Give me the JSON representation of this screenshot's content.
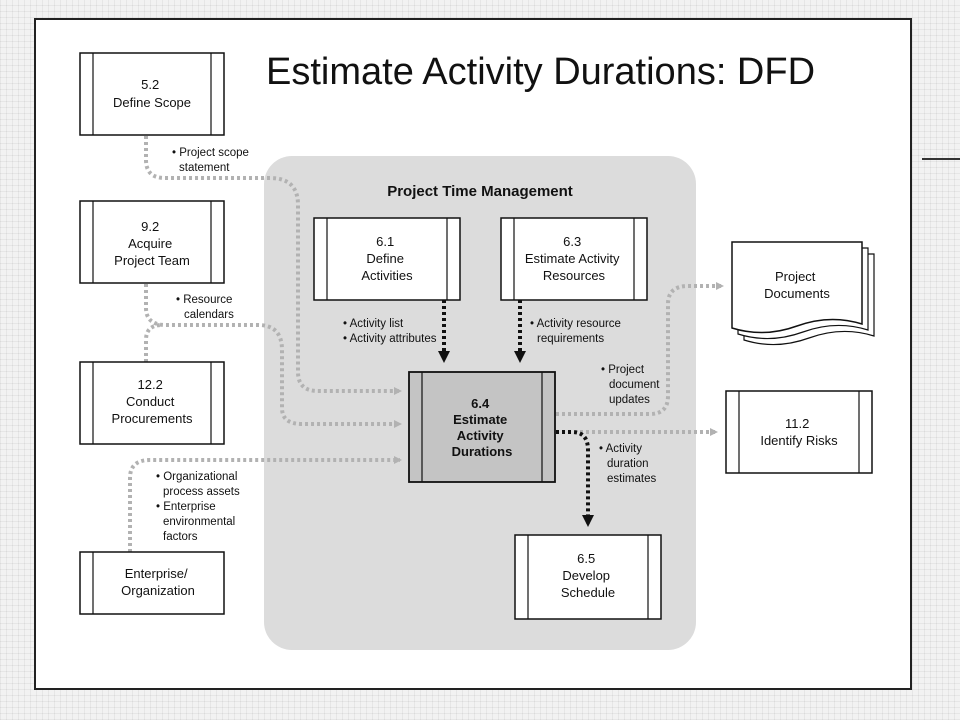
{
  "slide": {
    "title": "Estimate Activity Durations: DFD"
  },
  "region": {
    "label": "Project Time Management"
  },
  "processes": [
    {
      "id": "p52",
      "lines": [
        "5.2",
        "Define Scope"
      ]
    },
    {
      "id": "p92",
      "lines": [
        "9.2",
        "Acquire",
        "Project Team"
      ]
    },
    {
      "id": "p122",
      "lines": [
        "12.2",
        "Conduct",
        "Procurements"
      ]
    },
    {
      "id": "p61",
      "lines": [
        "6.1",
        "Define",
        "Activities"
      ]
    },
    {
      "id": "p63",
      "lines": [
        "6.3",
        "Estimate Activity",
        "Resources"
      ]
    },
    {
      "id": "p64",
      "lines": [
        "6.4",
        "Estimate",
        "Activity",
        "Durations"
      ],
      "highlight": true
    },
    {
      "id": "p65",
      "lines": [
        "6.5",
        "Develop",
        "Schedule"
      ]
    },
    {
      "id": "p112",
      "lines": [
        "11.2",
        "Identify Risks"
      ]
    }
  ],
  "externals": [
    {
      "id": "ent",
      "lines": [
        "Enterprise/",
        "Organization"
      ]
    }
  ],
  "documents": [
    {
      "id": "docs",
      "lines": [
        "Project",
        "Documents"
      ]
    }
  ],
  "flows": [
    {
      "id": "f-scope",
      "from": "5.2",
      "to": "6.4",
      "style": "gray",
      "labels": [
        "• Project scope",
        "statement"
      ]
    },
    {
      "id": "f-calendars",
      "from": "9.2",
      "to": "6.4",
      "style": "gray",
      "labels": [
        "• Resource",
        "calendars"
      ]
    },
    {
      "id": "f-proc",
      "from": "12.2",
      "to": "6.4",
      "style": "gray",
      "labels": []
    },
    {
      "id": "f-ent",
      "from": "Enterprise/Organization",
      "to": "6.4",
      "style": "gray",
      "labels": [
        "• Organizational",
        "process assets",
        "• Enterprise",
        "environmental",
        "factors"
      ]
    },
    {
      "id": "f-actlist",
      "from": "6.1",
      "to": "6.4",
      "style": "black",
      "labels": [
        "• Activity list",
        "• Activity attributes"
      ]
    },
    {
      "id": "f-res",
      "from": "6.3",
      "to": "6.4",
      "style": "black",
      "labels": [
        "• Activity resource",
        "requirements"
      ]
    },
    {
      "id": "f-docupd",
      "from": "6.4",
      "to": "Project Documents",
      "style": "gray",
      "labels": [
        "• Project",
        "document",
        "updates"
      ]
    },
    {
      "id": "f-risks",
      "from": "6.4",
      "to": "11.2",
      "style": "gray",
      "labels": []
    },
    {
      "id": "f-estimates",
      "from": "6.4",
      "to": "6.5",
      "style": "black",
      "labels": [
        "• Activity",
        "duration",
        "estimates"
      ]
    }
  ],
  "colors": {
    "region_fill": "#dcdcdc",
    "highlight_fill": "#c4c4c4",
    "gray_flow": "#b2b2b2",
    "black_flow": "#111111"
  }
}
